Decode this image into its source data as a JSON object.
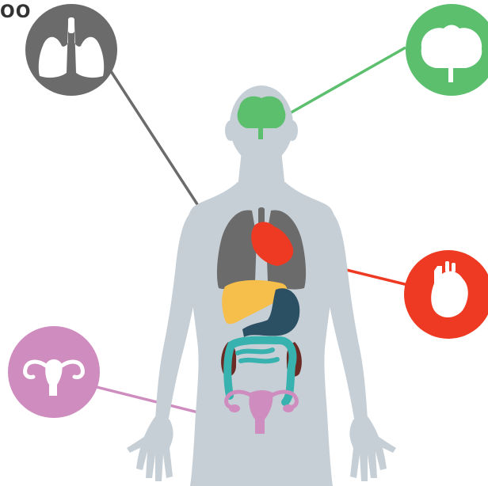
{
  "corner_text": "OO",
  "colors": {
    "body": "#c7cfd6",
    "lungs": "#6b6b6b",
    "brain": "#5bbf6e",
    "heart": "#ee3a22",
    "uterus": "#cf8dbf",
    "liver": "#f6be4a",
    "stomach": "#2b4f63",
    "intestine": "#38b2ae",
    "kidney": "#6b2a24",
    "organ_detail": "#ffffff"
  },
  "icons": [
    {
      "name": "lungs-icon",
      "color": "lungs"
    },
    {
      "name": "brain-icon",
      "color": "brain"
    },
    {
      "name": "heart-icon",
      "color": "heart"
    },
    {
      "name": "uterus-icon",
      "color": "uterus"
    }
  ]
}
